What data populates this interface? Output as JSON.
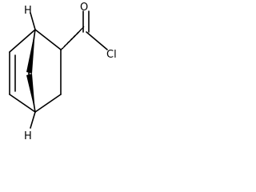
{
  "molecule": {
    "atoms": {
      "h_top": "H",
      "h_bottom": "H",
      "oxygen": "O",
      "chlorine": "Cl"
    }
  }
}
